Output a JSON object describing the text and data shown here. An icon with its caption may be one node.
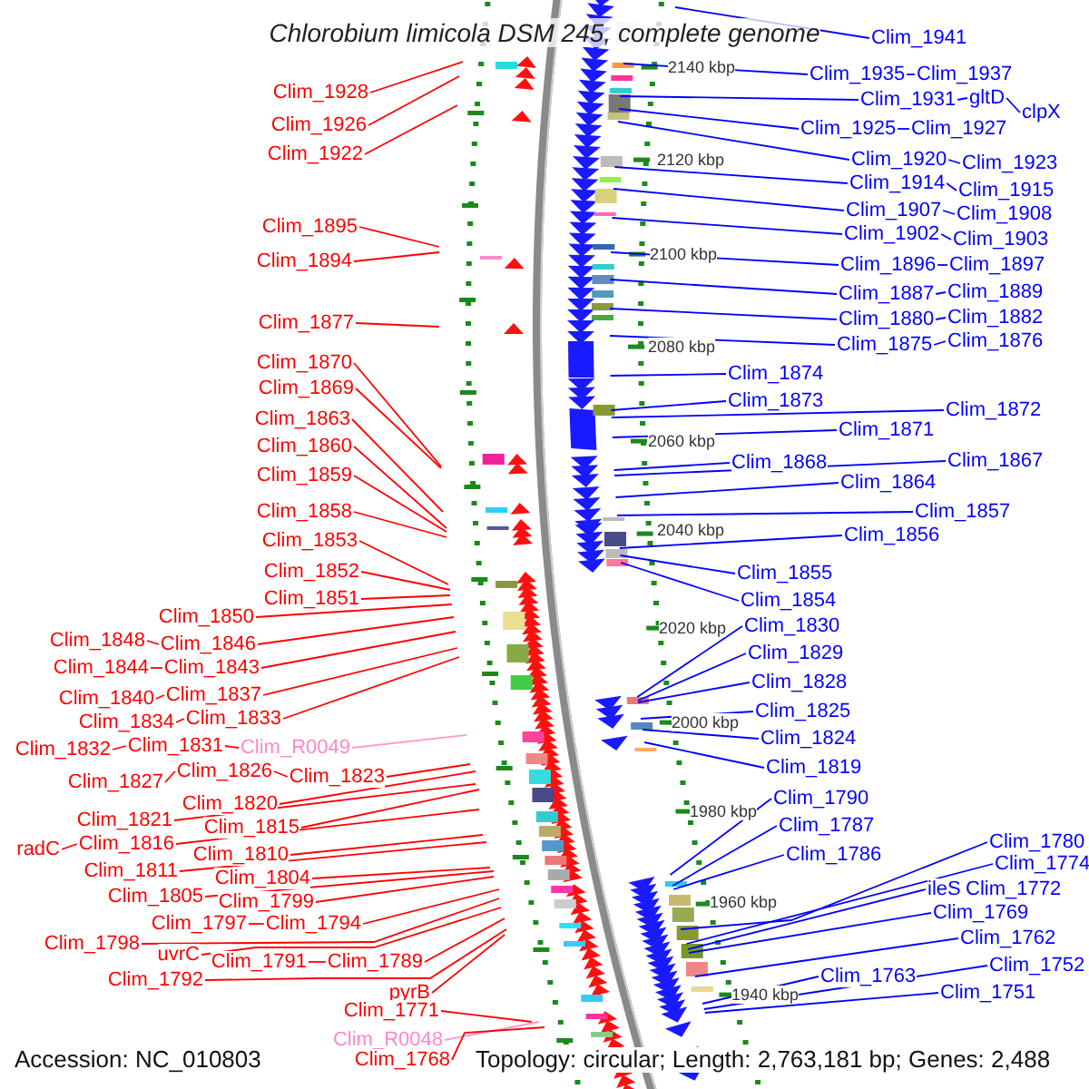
{
  "diagram": {
    "title": "Chlorobium limicola DSM 245, complete genome",
    "nodes": [
      {
        "text": [
          "Clim_1928"
        ]
      },
      {
        "text": [
          "Clim_1926"
        ]
      },
      {
        "text": [
          "Clim_1922"
        ]
      },
      {
        "text": [
          "Clim_1895"
        ]
      },
      {
        "text": [
          "Clim_1894"
        ]
      },
      {
        "text": [
          "Clim_1877"
        ]
      },
      {
        "text": [
          "Clim_1870"
        ]
      },
      {
        "text": [
          "Clim_1869"
        ]
      },
      {
        "text": [
          "Clim_1863"
        ]
      },
      {
        "text": [
          "Clim_1860"
        ]
      },
      {
        "text": [
          "Clim_1859"
        ]
      },
      {
        "text": [
          "Clim_1858"
        ]
      },
      {
        "text": [
          "Clim_1853"
        ]
      },
      {
        "text": [
          "Clim_1852"
        ]
      },
      {
        "text": [
          "Clim_1851"
        ]
      },
      {
        "text": [
          "Clim_1850"
        ]
      },
      {
        "text": [
          "Clim_1848"
        ]
      },
      {
        "text": [
          "Clim_1846"
        ]
      },
      {
        "text": [
          "Clim_1844"
        ]
      },
      {
        "text": [
          "Clim_1843"
        ]
      },
      {
        "text": [
          "Clim_1840"
        ]
      },
      {
        "text": [
          "Clim_1837"
        ]
      },
      {
        "text": [
          "Clim_1834"
        ]
      },
      {
        "text": [
          "Clim_1833"
        ]
      },
      {
        "text": [
          "Clim_1832"
        ]
      },
      {
        "text": [
          "Clim_1831"
        ]
      },
      {
        "text": [
          "Clim_R0049"
        ]
      },
      {
        "text": [
          "Clim_1827"
        ]
      },
      {
        "text": [
          "Clim_1826"
        ]
      },
      {
        "text": [
          "Clim_1823"
        ]
      },
      {
        "text": [
          "Clim_1820"
        ]
      },
      {
        "text": [
          "Clim_1821"
        ]
      },
      {
        "text": [
          "Clim_1815"
        ]
      },
      {
        "text": [
          "radC"
        ]
      },
      {
        "text": [
          "Clim_1816"
        ]
      },
      {
        "text": [
          "Clim_1810"
        ]
      },
      {
        "text": [
          "Clim_1811"
        ]
      },
      {
        "text": [
          "Clim_1804"
        ]
      },
      {
        "text": [
          "Clim_1805"
        ]
      },
      {
        "text": [
          "Clim_1799"
        ]
      },
      {
        "text": [
          "Clim_1797"
        ]
      },
      {
        "text": [
          "Clim_1794"
        ]
      },
      {
        "text": [
          "Clim_1798"
        ]
      },
      {
        "text": [
          "uvrC"
        ]
      },
      {
        "text": [
          "Clim_1791"
        ]
      },
      {
        "text": [
          "Clim_1789"
        ]
      },
      {
        "text": [
          "Clim_1792"
        ]
      },
      {
        "text": [
          "pyrB"
        ]
      },
      {
        "text": [
          "Clim_1771"
        ]
      },
      {
        "text": [
          "Clim_R0048"
        ]
      },
      {
        "text": [
          "Clim_1768"
        ]
      },
      {
        "text": [
          "Clim_1941"
        ]
      },
      {
        "text": [
          "Clim_1935"
        ]
      },
      {
        "text": [
          "Clim_1937"
        ]
      },
      {
        "text": [
          "Clim_1931"
        ]
      },
      {
        "text": [
          "gltD"
        ]
      },
      {
        "text": [
          "clpX"
        ]
      },
      {
        "text": [
          "Clim_1925"
        ]
      },
      {
        "text": [
          "Clim_1927"
        ]
      },
      {
        "text": [
          "Clim_1920"
        ]
      },
      {
        "text": [
          "Clim_1923"
        ]
      },
      {
        "text": [
          "Clim_1914"
        ]
      },
      {
        "text": [
          "Clim_1915"
        ]
      },
      {
        "text": [
          "Clim_1907"
        ]
      },
      {
        "text": [
          "Clim_1908"
        ]
      },
      {
        "text": [
          "Clim_1902"
        ]
      },
      {
        "text": [
          "Clim_1903"
        ]
      },
      {
        "text": [
          "Clim_1896"
        ]
      },
      {
        "text": [
          "Clim_1897"
        ]
      },
      {
        "text": [
          "Clim_1887"
        ]
      },
      {
        "text": [
          "Clim_1889"
        ]
      },
      {
        "text": [
          "Clim_1880"
        ]
      },
      {
        "text": [
          "Clim_1882"
        ]
      },
      {
        "text": [
          "Clim_1875"
        ]
      },
      {
        "text": [
          "Clim_1876"
        ]
      },
      {
        "text": [
          "Clim_1874"
        ]
      },
      {
        "text": [
          "Clim_1873"
        ]
      },
      {
        "text": [
          "Clim_1872"
        ]
      },
      {
        "text": [
          "Clim_1871"
        ]
      },
      {
        "text": [
          "Clim_1868"
        ]
      },
      {
        "text": [
          "Clim_1867"
        ]
      },
      {
        "text": [
          "Clim_1864"
        ]
      },
      {
        "text": [
          "Clim_1857"
        ]
      },
      {
        "text": [
          "Clim_1856"
        ]
      },
      {
        "text": [
          "Clim_1855"
        ]
      },
      {
        "text": [
          "Clim_1854"
        ]
      },
      {
        "text": [
          "Clim_1830"
        ]
      },
      {
        "text": [
          "Clim_1829"
        ]
      },
      {
        "text": [
          "Clim_1828"
        ]
      },
      {
        "text": [
          "Clim_1825"
        ]
      },
      {
        "text": [
          "Clim_1824"
        ]
      },
      {
        "text": [
          "Clim_1819"
        ]
      },
      {
        "text": [
          "Clim_1790"
        ]
      },
      {
        "text": [
          "Clim_1787"
        ]
      },
      {
        "text": [
          "Clim_1786"
        ]
      },
      {
        "text": [
          "Clim_1780"
        ]
      },
      {
        "text": [
          "Clim_1774"
        ]
      },
      {
        "text": [
          "ileS"
        ]
      },
      {
        "text": [
          "Clim_1772"
        ]
      },
      {
        "text": [
          "Clim_1769"
        ]
      },
      {
        "text": [
          "Clim_1762"
        ]
      },
      {
        "text": [
          "Clim_1763"
        ]
      },
      {
        "text": [
          "Clim_1752"
        ]
      },
      {
        "text": [
          "Clim_1751"
        ]
      }
    ],
    "edges": [
      {
        "from": 0,
        "to": null,
        "arrow": "none",
        "color": "#ff0000"
      },
      {
        "from": 1,
        "to": null,
        "arrow": "none",
        "color": "#ff0000"
      },
      {
        "from": 2,
        "to": null,
        "arrow": "none",
        "color": "#ff0000"
      },
      {
        "from": 3,
        "to": null,
        "arrow": "none",
        "color": "#ff0000"
      },
      {
        "from": 4,
        "to": null,
        "arrow": "none",
        "color": "#ff0000"
      },
      {
        "from": 5,
        "to": null,
        "arrow": "none",
        "color": "#ff0000"
      },
      {
        "from": 6,
        "to": null,
        "arrow": "none",
        "color": "#ff0000"
      },
      {
        "from": 7,
        "to": null,
        "arrow": "none",
        "color": "#ff0000"
      },
      {
        "from": 8,
        "to": null,
        "arrow": "none",
        "color": "#ff0000"
      },
      {
        "from": 9,
        "to": null,
        "arrow": "none",
        "color": "#ff0000"
      },
      {
        "from": 10,
        "to": null,
        "arrow": "none",
        "color": "#ff0000"
      },
      {
        "from": 11,
        "to": null,
        "arrow": "none",
        "color": "#ff0000"
      },
      {
        "from": 12,
        "to": null,
        "arrow": "none",
        "color": "#ff0000"
      },
      {
        "from": 13,
        "to": null,
        "arrow": "none",
        "color": "#ff0000"
      },
      {
        "from": 14,
        "to": null,
        "arrow": "none",
        "color": "#ff0000"
      },
      {
        "from": 15,
        "to": null,
        "arrow": "none",
        "color": "#ff0000"
      },
      {
        "from": 16,
        "to": 17,
        "arrow": "none",
        "color": "#ff0000"
      },
      {
        "from": 17,
        "to": null,
        "arrow": "none",
        "color": "#ff0000"
      },
      {
        "from": 18,
        "to": 19,
        "arrow": "none",
        "color": "#ff0000"
      },
      {
        "from": 19,
        "to": null,
        "arrow": "none",
        "color": "#ff0000"
      },
      {
        "from": 20,
        "to": 21,
        "arrow": "none",
        "color": "#ff0000"
      },
      {
        "from": 21,
        "to": null,
        "arrow": "none",
        "color": "#ff0000"
      },
      {
        "from": 22,
        "to": 23,
        "arrow": "none",
        "color": "#ff0000"
      },
      {
        "from": 23,
        "to": null,
        "arrow": "none",
        "color": "#ff0000"
      },
      {
        "from": 24,
        "to": 25,
        "arrow": "none",
        "color": "#ff0000"
      },
      {
        "from": 25,
        "to": 26,
        "arrow": "none",
        "color": "#ff0000"
      },
      {
        "from": 26,
        "to": null,
        "arrow": "none",
        "color": "#ff99cc"
      },
      {
        "from": 27,
        "to": 28,
        "arrow": "none",
        "color": "#ff0000"
      },
      {
        "from": 28,
        "to": 29,
        "arrow": "none",
        "color": "#ff0000"
      },
      {
        "from": 29,
        "to": null,
        "arrow": "none",
        "color": "#ff0000"
      },
      {
        "from": 30,
        "to": null,
        "arrow": "none",
        "color": "#ff0000"
      },
      {
        "from": 31,
        "to": null,
        "arrow": "none",
        "color": "#ff0000"
      },
      {
        "from": 32,
        "to": null,
        "arrow": "none",
        "color": "#ff0000"
      },
      {
        "from": 33,
        "to": 34,
        "arrow": "none",
        "color": "#ff0000"
      },
      {
        "from": 34,
        "to": null,
        "arrow": "none",
        "color": "#ff0000"
      },
      {
        "from": 35,
        "to": null,
        "arrow": "none",
        "color": "#ff0000"
      },
      {
        "from": 36,
        "to": null,
        "arrow": "none",
        "color": "#ff0000"
      },
      {
        "from": 37,
        "to": null,
        "arrow": "none",
        "color": "#ff0000"
      },
      {
        "from": 38,
        "to": null,
        "arrow": "none",
        "color": "#ff0000"
      },
      {
        "from": 39,
        "to": null,
        "arrow": "none",
        "color": "#ff0000"
      },
      {
        "from": 40,
        "to": 41,
        "arrow": "none",
        "color": "#ff0000"
      },
      {
        "from": 41,
        "to": null,
        "arrow": "none",
        "color": "#ff0000"
      },
      {
        "from": 42,
        "to": null,
        "arrow": "none",
        "color": "#ff0000"
      },
      {
        "from": 43,
        "to": null,
        "arrow": "none",
        "color": "#ff0000"
      },
      {
        "from": 44,
        "to": 45,
        "arrow": "none",
        "color": "#ff0000"
      },
      {
        "from": 45,
        "to": null,
        "arrow": "none",
        "color": "#ff0000"
      },
      {
        "from": 46,
        "to": null,
        "arrow": "none",
        "color": "#ff0000"
      },
      {
        "from": 47,
        "to": null,
        "arrow": "none",
        "color": "#ff0000"
      },
      {
        "from": 48,
        "to": null,
        "arrow": "none",
        "color": "#ff0000"
      },
      {
        "from": 49,
        "to": null,
        "arrow": "none",
        "color": "#ff99cc"
      },
      {
        "from": 50,
        "to": null,
        "arrow": "none",
        "color": "#ff0000"
      },
      {
        "from": 51,
        "to": null,
        "arrow": "none"
      },
      {
        "from": 52,
        "to": null,
        "arrow": "none"
      },
      {
        "from": 53,
        "to": 52,
        "arrow": "none"
      },
      {
        "from": 54,
        "to": null,
        "arrow": "none"
      },
      {
        "from": 55,
        "to": 54,
        "arrow": "none"
      },
      {
        "from": 56,
        "to": 55,
        "arrow": "none"
      },
      {
        "from": 57,
        "to": null,
        "arrow": "none"
      },
      {
        "from": 58,
        "to": 57,
        "arrow": "none"
      },
      {
        "from": 59,
        "to": null,
        "arrow": "none"
      },
      {
        "from": 60,
        "to": 59,
        "arrow": "none"
      },
      {
        "from": 61,
        "to": null,
        "arrow": "none"
      },
      {
        "from": 62,
        "to": 61,
        "arrow": "none"
      },
      {
        "from": 63,
        "to": null,
        "arrow": "none"
      },
      {
        "from": 64,
        "to": 63,
        "arrow": "none"
      },
      {
        "from": 65,
        "to": null,
        "arrow": "none"
      },
      {
        "from": 66,
        "to": 65,
        "arrow": "none"
      },
      {
        "from": 67,
        "to": null,
        "arrow": "none"
      },
      {
        "from": 68,
        "to": 67,
        "arrow": "none"
      },
      {
        "from": 69,
        "to": null,
        "arrow": "none"
      },
      {
        "from": 70,
        "to": 69,
        "arrow": "none"
      },
      {
        "from": 71,
        "to": null,
        "arrow": "none"
      },
      {
        "from": 72,
        "to": 71,
        "arrow": "none"
      },
      {
        "from": 73,
        "to": null,
        "arrow": "none"
      },
      {
        "from": 74,
        "to": 73,
        "arrow": "none"
      },
      {
        "from": 75,
        "to": null,
        "arrow": "none"
      },
      {
        "from": 76,
        "to": null,
        "arrow": "none"
      },
      {
        "from": 77,
        "to": null,
        "arrow": "none"
      },
      {
        "from": 78,
        "to": null,
        "arrow": "none"
      },
      {
        "from": 79,
        "to": null,
        "arrow": "none"
      },
      {
        "from": 80,
        "to": null,
        "arrow": "none"
      },
      {
        "from": 81,
        "to": null,
        "arrow": "none"
      },
      {
        "from": 82,
        "to": null,
        "arrow": "none"
      },
      {
        "from": 83,
        "to": null,
        "arrow": "none"
      },
      {
        "from": 84,
        "to": null,
        "arrow": "none"
      },
      {
        "from": 85,
        "to": null,
        "arrow": "none"
      },
      {
        "from": 86,
        "to": null,
        "arrow": "none"
      },
      {
        "from": 87,
        "to": null,
        "arrow": "none"
      },
      {
        "from": 88,
        "to": null,
        "arrow": "none"
      },
      {
        "from": 89,
        "to": null,
        "arrow": "none"
      },
      {
        "from": 90,
        "to": null,
        "arrow": "none"
      },
      {
        "from": 91,
        "to": null,
        "arrow": "none"
      },
      {
        "from": 92,
        "to": null,
        "arrow": "none"
      },
      {
        "from": 93,
        "to": null,
        "arrow": "none"
      },
      {
        "from": 94,
        "to": null,
        "arrow": "none"
      },
      {
        "from": 95,
        "to": null,
        "arrow": "none"
      },
      {
        "from": 96,
        "to": null,
        "arrow": "none"
      },
      {
        "from": 97,
        "to": null,
        "arrow": "none"
      },
      {
        "from": 99,
        "to": null,
        "arrow": "none"
      },
      {
        "from": 100,
        "to": null,
        "arrow": "none"
      },
      {
        "from": 101,
        "to": null,
        "arrow": "none"
      },
      {
        "from": 102,
        "to": null,
        "arrow": "none"
      },
      {
        "from": 103,
        "to": null,
        "arrow": "none"
      }
    ],
    "labels": [
      "2140 kbp",
      "2120 kbp",
      "2100 kbp",
      "2080 kbp",
      "2060 kbp",
      "2040 kbp",
      "2020 kbp",
      "2000 kbp",
      "1980 kbp",
      "1960 kbp",
      "1940 kbp",
      "Accession: NC_010803",
      "Topology: circular; Length: 2,763,181 bp; Genes: 2,488"
    ]
  }
}
